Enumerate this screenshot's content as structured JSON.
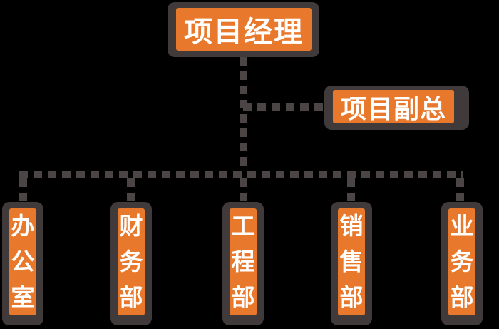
{
  "colors": {
    "background": "#000000",
    "node_fill": "#E8792C",
    "node_border": "#403A3A",
    "connector": "#4B4545",
    "text": "#FFFFFF"
  },
  "org_chart": {
    "type": "organization-chart",
    "root_label": "项目经理",
    "assistant_label": "项目副总",
    "department_labels": [
      "办公室",
      "财务部",
      "工程部",
      "销售部",
      "业务部"
    ],
    "connector_style": "dashed"
  }
}
